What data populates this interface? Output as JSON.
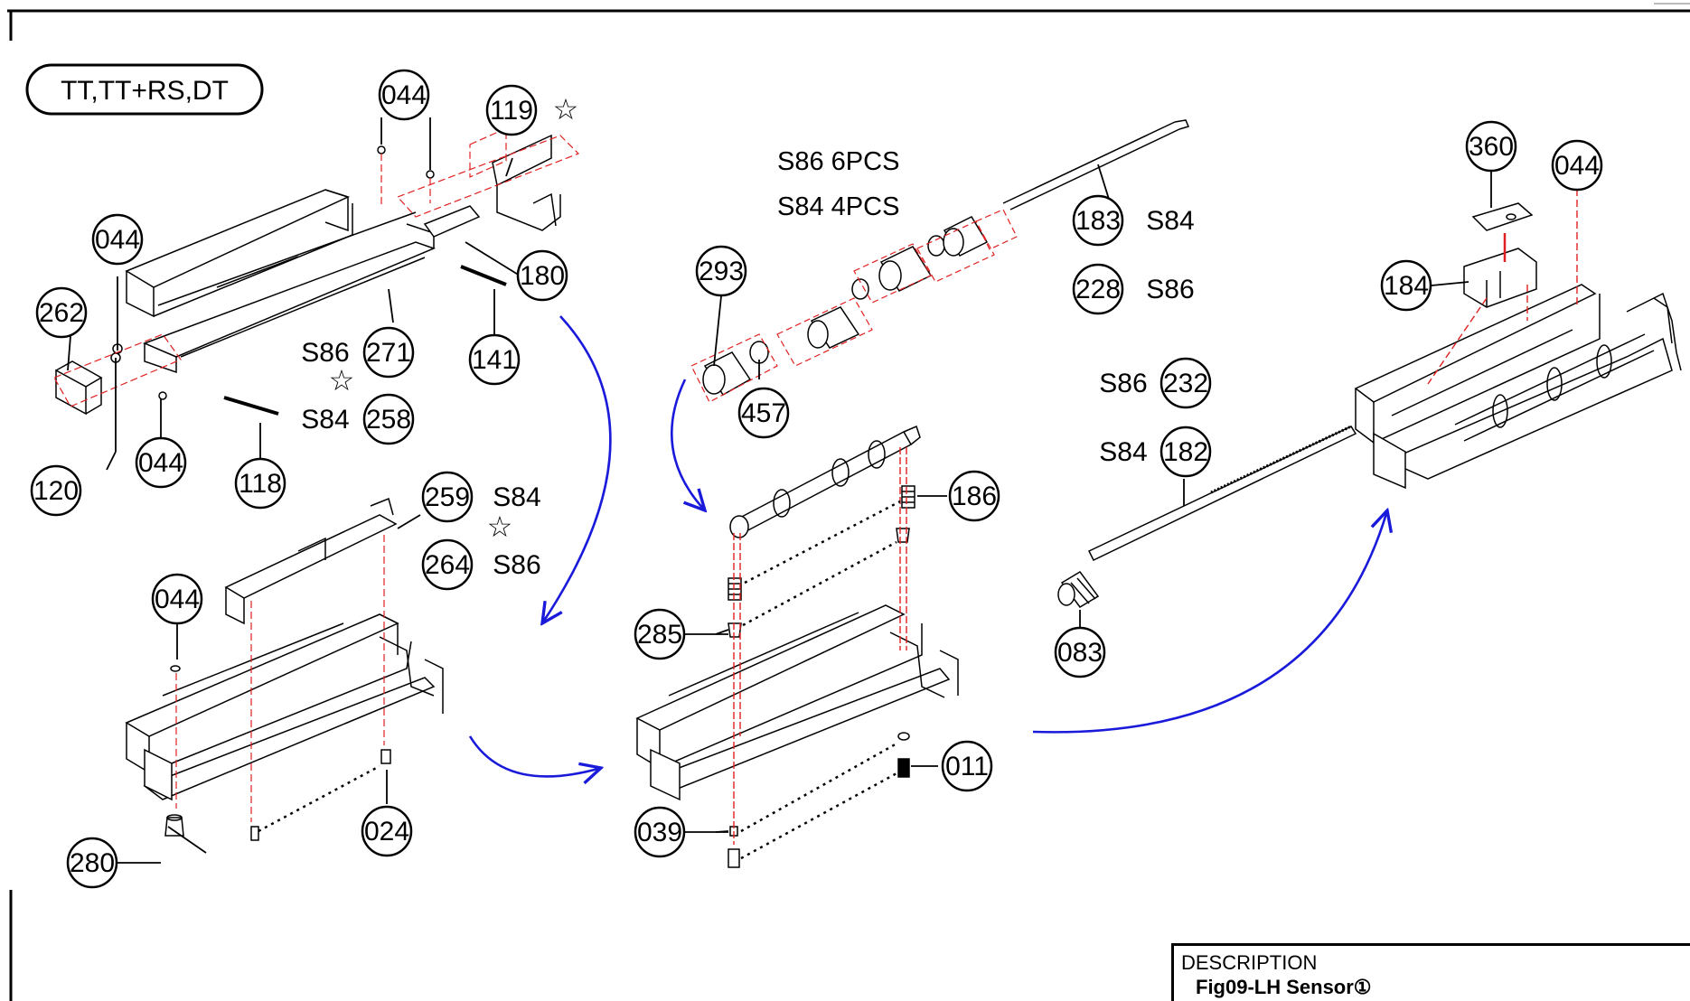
{
  "diagram": {
    "variant_label": "TT,TT+RS,DT",
    "part_callouts": [
      "044",
      "119",
      "180",
      "141",
      "271",
      "258",
      "262",
      "044",
      "120",
      "044",
      "118",
      "259",
      "264",
      "044",
      "280",
      "024",
      "293",
      "457",
      "186",
      "285",
      "039",
      "011",
      "183",
      "228",
      "232",
      "182",
      "083",
      "360",
      "044",
      "184"
    ],
    "star_symbol": "☆",
    "notes": {
      "s86_6pcs": "S86 6PCS",
      "s84_4pcs": "S84 4PCS",
      "s86": "S86",
      "s84": "S84"
    },
    "colors": {
      "line": "#000000",
      "arrow": "#1a1adb",
      "assembly_line": "#e02020"
    }
  },
  "description": {
    "heading": "DESCRIPTION",
    "value": "Fig09-LH Sensor①"
  }
}
